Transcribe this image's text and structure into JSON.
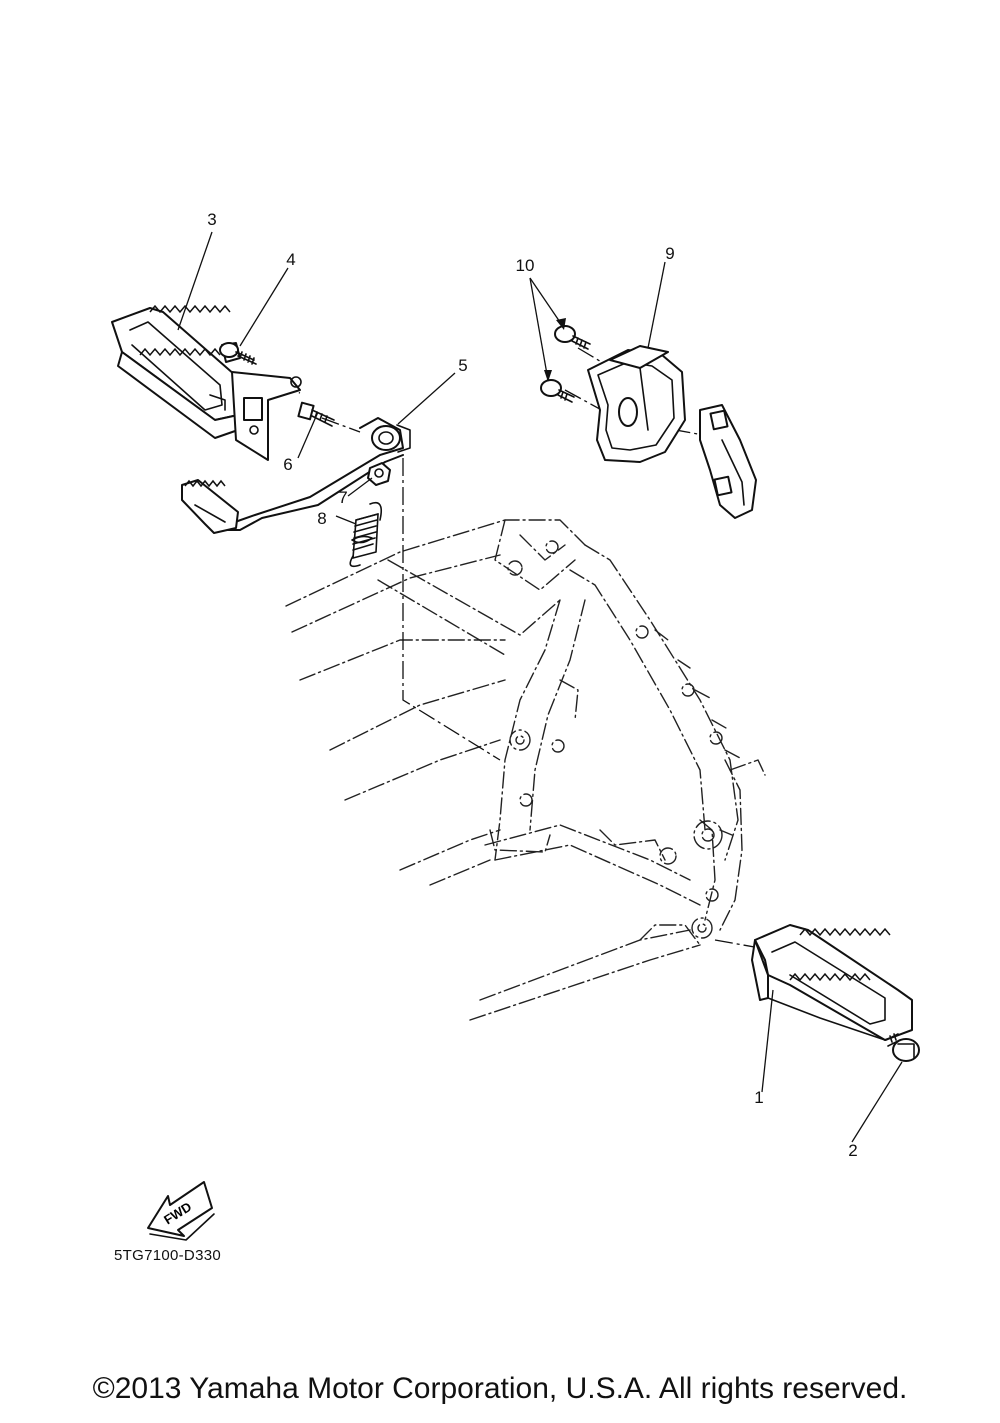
{
  "diagram": {
    "callouts": {
      "c1": "1",
      "c2": "2",
      "c3": "3",
      "c4": "4",
      "c5": "5",
      "c6": "6",
      "c7": "7",
      "c8": "8",
      "c9": "9",
      "c10": "10"
    },
    "fwd_label": "FWD",
    "code": "5TG7100-D330"
  },
  "footer": {
    "copyright": "©2013 Yamaha Motor Corporation, U.S.A. All rights reserved."
  }
}
